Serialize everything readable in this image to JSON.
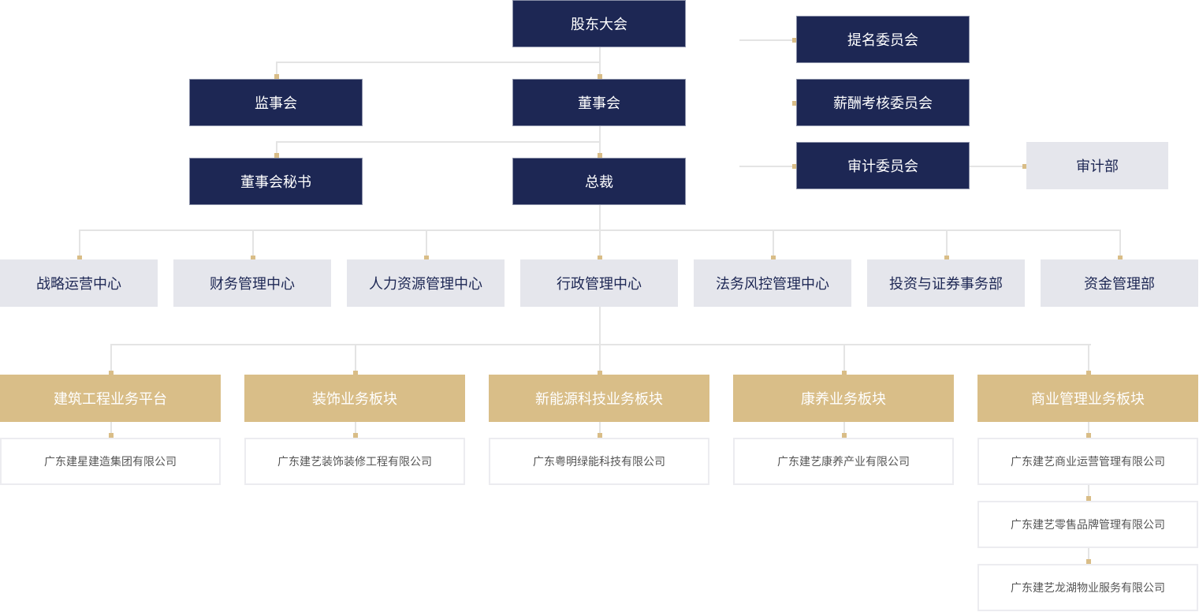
{
  "governance": {
    "shareholders": "股东大会",
    "supervisors": "监事会",
    "board": "董事会",
    "board_secretary": "董事会秘书",
    "president": "总裁"
  },
  "committees": {
    "nomination": "提名委员会",
    "compensation": "薪酬考核委员会",
    "audit": "审计委员会",
    "audit_dept": "审计部"
  },
  "centers": [
    "战略运营中心",
    "财务管理中心",
    "人力资源管理中心",
    "行政管理中心",
    "法务风控管理中心",
    "投资与证券事务部",
    "资金管理部"
  ],
  "segments": [
    {
      "name": "建筑工程业务平台",
      "companies": [
        "广东建星建造集团有限公司"
      ]
    },
    {
      "name": "装饰业务板块",
      "companies": [
        "广东建艺装饰装修工程有限公司"
      ]
    },
    {
      "name": "新能源科技业务板块",
      "companies": [
        "广东粤明绿能科技有限公司"
      ]
    },
    {
      "name": "康养业务板块",
      "companies": [
        "广东建艺康养产业有限公司"
      ]
    },
    {
      "name": "商业管理业务板块",
      "companies": [
        "广东建艺商业运营管理有限公司",
        "广东建艺零售品牌管理有限公司",
        "广东建艺龙湖物业服务有限公司"
      ]
    }
  ]
}
